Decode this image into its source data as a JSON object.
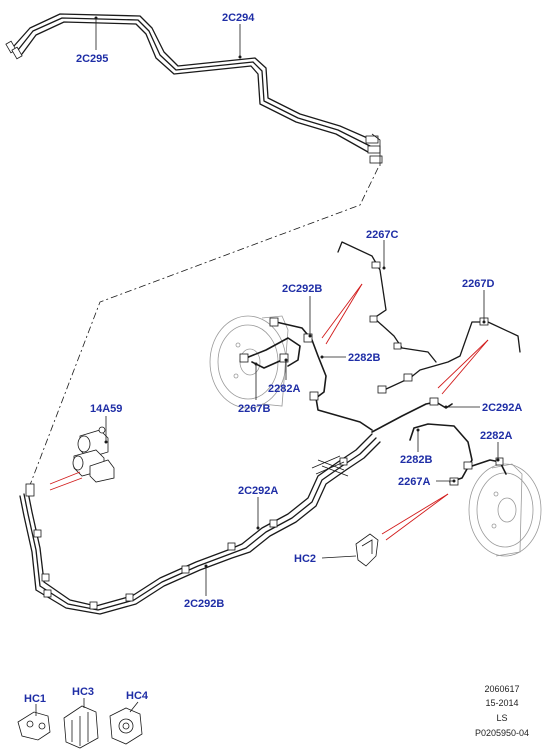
{
  "callouts": {
    "c2C294": "2C294",
    "c2C295": "2C295",
    "c2267C": "2267C",
    "c2C292B_top": "2C292B",
    "c2267D": "2267D",
    "c2282B_left": "2282B",
    "c2282A_left": "2282A",
    "c2267B": "2267B",
    "c14A59": "14A59",
    "c2C292A_right": "2C292A",
    "c2282A_right": "2282A",
    "c2282B_right": "2282B",
    "c2267A": "2267A",
    "c2C292A_mid": "2C292A",
    "c2C292B_bottom": "2C292B",
    "cHC2": "HC2",
    "cHC1": "HC1",
    "cHC3": "HC3",
    "cHC4": "HC4"
  },
  "meta": {
    "line1": "2060617",
    "line2": "15-2014",
    "line3": "LS",
    "line4": "P0205950-04"
  },
  "colors": {
    "callout": "#1f2ea6",
    "line": "#1a1a1a",
    "highlight": "#d21b1b",
    "background": "#ffffff"
  }
}
